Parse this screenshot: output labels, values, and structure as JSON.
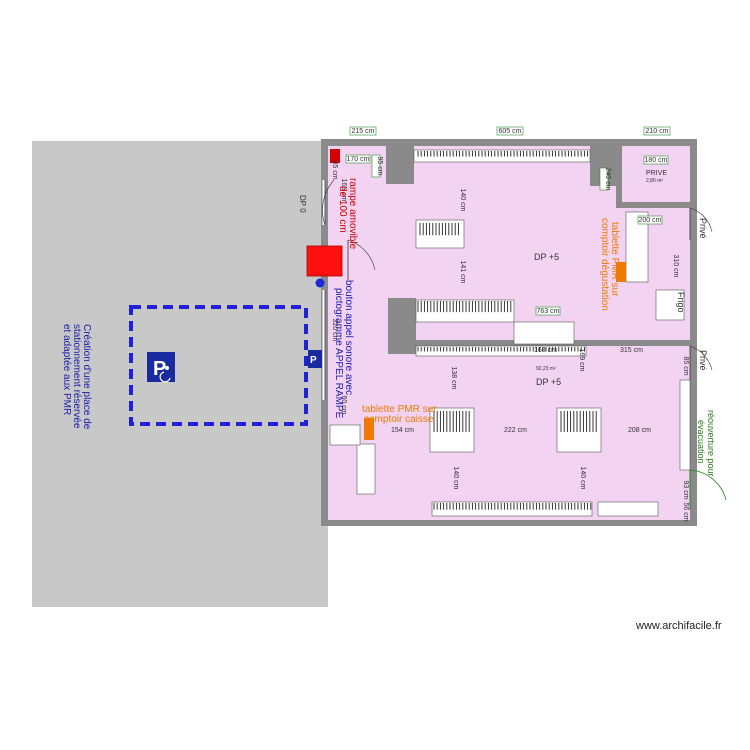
{
  "footer": "www.archifacile.fr",
  "colors": {
    "floor": "#f2d4f2",
    "outside": "#c8c8c8",
    "wall": "#8a8a8a",
    "parking": "#2020d8",
    "pmr_sign": "#1a2aa0",
    "accent_orange": "#ee7a00",
    "accent_red": "#d40000",
    "accent_green": "#2a7a1a",
    "dim_box_border": "#2e8b2e"
  },
  "icons": {
    "pmr_parking": "wheelchair-parking-icon",
    "pmr_small": "wheelchair-icon"
  },
  "dimensions": {
    "top_215": "215 cm",
    "top_605": "605 cm",
    "top_210": "210 cm",
    "d170": "170 cm",
    "d95a": "95 cm",
    "d85a": "85 cm",
    "d165": "165 cm",
    "d140a": "140 cm",
    "d141": "141 cm",
    "d180": "180 cm",
    "d200": "200 cm",
    "d240": "240 cm",
    "d763": "763 cm",
    "d168": "168 cm",
    "d315": "315 cm",
    "d169": "169 cm",
    "d138": "138 cm",
    "d154": "154 cm",
    "d222": "222 cm",
    "d208": "208 cm",
    "d140b": "140 cm",
    "d140c": "140 cm",
    "d85b": "85 cm",
    "d93": "93 cm",
    "d56": "56 cm",
    "d320": "320 cm",
    "d60": "60 cm"
  },
  "rooms": {
    "prive_label": "PRIVE",
    "prive_area": "2,86 m²",
    "dp5_upper": "DP +5",
    "dp5_lower": "DP +5",
    "area_main": "92,23 m²",
    "dp0": "DP 0",
    "frigo": "Frigo"
  },
  "annotations": {
    "ramp_line1": "rampe amovible",
    "ramp_line2": "de 100 cm",
    "bell_line1": "bouton appel sonore avec",
    "bell_line2": "pictogramme APPEL RAMPE",
    "tablette_degust_1": "tablette PMR sur",
    "tablette_degust_2": "comptoir dégustation",
    "tablette_caisse_1": "tablette PMR sur",
    "tablette_caisse_2": "comptoir caisse",
    "parking_line1": "Création d'une place de",
    "parking_line2": "stationnement réservée",
    "parking_line3": "et adaptée aux PMR",
    "evac_line1": "réouverture pour",
    "evac_line2": "évacuation",
    "prive_door1": "Privé",
    "prive_door2": "Privé"
  }
}
